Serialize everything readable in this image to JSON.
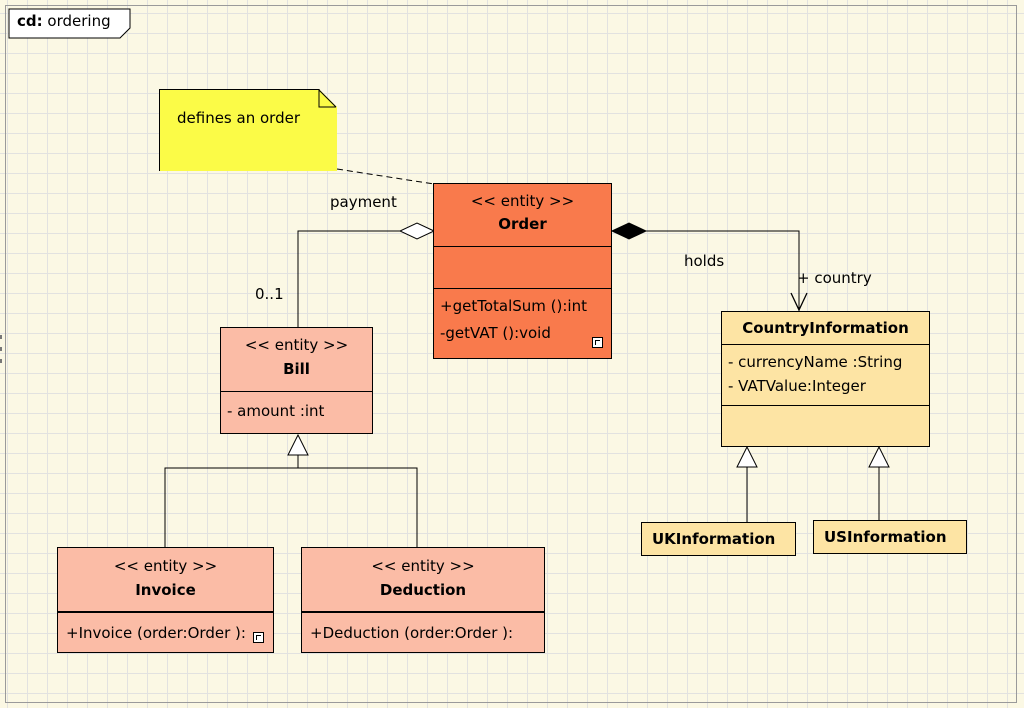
{
  "diagram": {
    "kind": "cd:",
    "name": "ordering"
  },
  "note": {
    "text": "defines an order"
  },
  "classes": {
    "order": {
      "stereotype": "<< entity >>",
      "name": "Order",
      "operations": [
        "+getTotalSum  ():int",
        "-getVAT ():void"
      ],
      "color": "#f97a4c"
    },
    "bill": {
      "stereotype": "<< entity >>",
      "name": "Bill",
      "attributes": [
        "- amount :int"
      ],
      "color": "#fbbca6"
    },
    "invoice": {
      "stereotype": "<< entity >>",
      "name": "Invoice",
      "operations": [
        "+Invoice (order:Order ):"
      ],
      "color": "#fbbca6"
    },
    "deduction": {
      "stereotype": "<< entity >>",
      "name": "Deduction",
      "operations": [
        "+Deduction  (order:Order ):"
      ],
      "color": "#fbbca6"
    },
    "country_information": {
      "name": "CountryInformation",
      "attributes": [
        "- currencyName  :String",
        "- VATValue:Integer"
      ],
      "color": "#fde4a4"
    },
    "uk_information": {
      "name": "UKInformation",
      "color": "#fde4a4"
    },
    "us_information": {
      "name": "USInformation",
      "color": "#fde4a4"
    }
  },
  "relations": {
    "payment_label": "payment",
    "payment_multiplicity": "0..1",
    "holds_label": "holds",
    "country_role": "+ country"
  }
}
